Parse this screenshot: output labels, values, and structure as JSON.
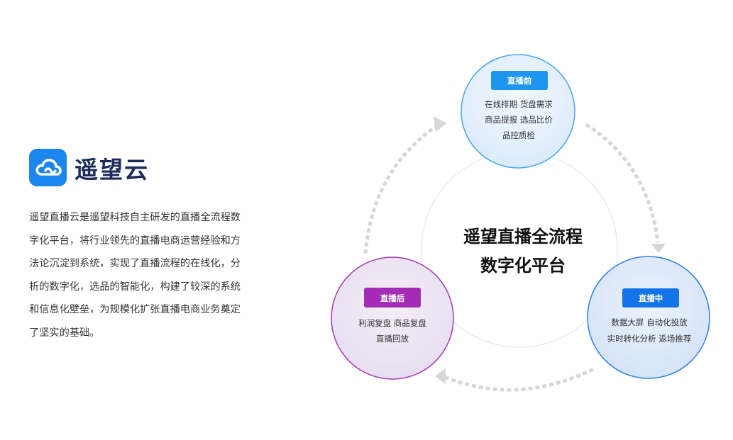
{
  "brand": {
    "name": "遥望云",
    "logo_color": "#1d86ee",
    "logo_icon": "cloud-icon"
  },
  "description": "遥望直播云是遥望科技自主研发的直播全流程数字化平台，将行业领先的直播电商运营经验和方法论沉淀到系统，实现了直播流程的在线化，分析的数字化，选品的智能化，构建了较深的系统和信息化壁垒，为规模化扩张直播电商业务奠定了坚实的基础。",
  "diagram": {
    "center": {
      "line1": "遥望直播全流程",
      "line2": "数字化平台"
    },
    "stages": [
      {
        "id": "before",
        "label": "直播前",
        "color": "#1e96f0",
        "items": [
          "在线排期  货盘需求",
          "商品提报  选品比价",
          "品控质检"
        ]
      },
      {
        "id": "during",
        "label": "直播中",
        "color": "#1274e6",
        "items": [
          "数据大屏 自动化投放",
          "实时转化分析 返场推荐"
        ]
      },
      {
        "id": "after",
        "label": "直播后",
        "color": "#a22cb3",
        "items": [
          "利润复盘  商品复盘",
          "直播回放"
        ]
      }
    ]
  }
}
